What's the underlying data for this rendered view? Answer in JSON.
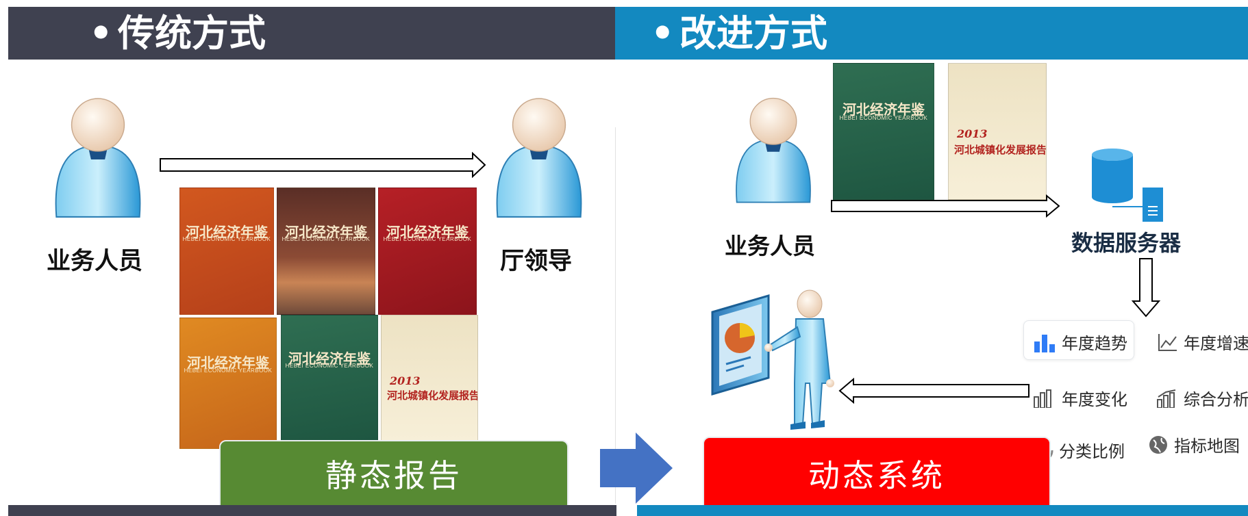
{
  "header": {
    "left_title": "传统方式",
    "right_title": "改进方式",
    "bullet": "•"
  },
  "left": {
    "staff_label": "业务人员",
    "leader_label": "厅领导",
    "static_button": "静态报告",
    "yearbook_title": "河北经济年鉴",
    "yearbook_subtitle": "HEBEI ECONOMIC YEARBOOK",
    "report_year": "2013",
    "report_title": "河北城镇化发展报告"
  },
  "right": {
    "staff_label": "业务人员",
    "server_label": "数据服务器",
    "dynamic_button": "动态系统",
    "features": [
      "年度趋势",
      "年度增速",
      "年度变化",
      "综合分析",
      "分类比例",
      "指标地图"
    ]
  },
  "colors": {
    "left_bar": "#3f4150",
    "right_bar": "#1389c0",
    "static_button": "#578a33",
    "dynamic_button": "#ff0000",
    "transition_arrow": "#4472c4",
    "server": "#1e8ed4"
  },
  "icons": [
    "person-icon",
    "database-icon",
    "presenter-icon",
    "arrow-right-icon",
    "arrow-down-icon",
    "arrow-left-icon"
  ]
}
